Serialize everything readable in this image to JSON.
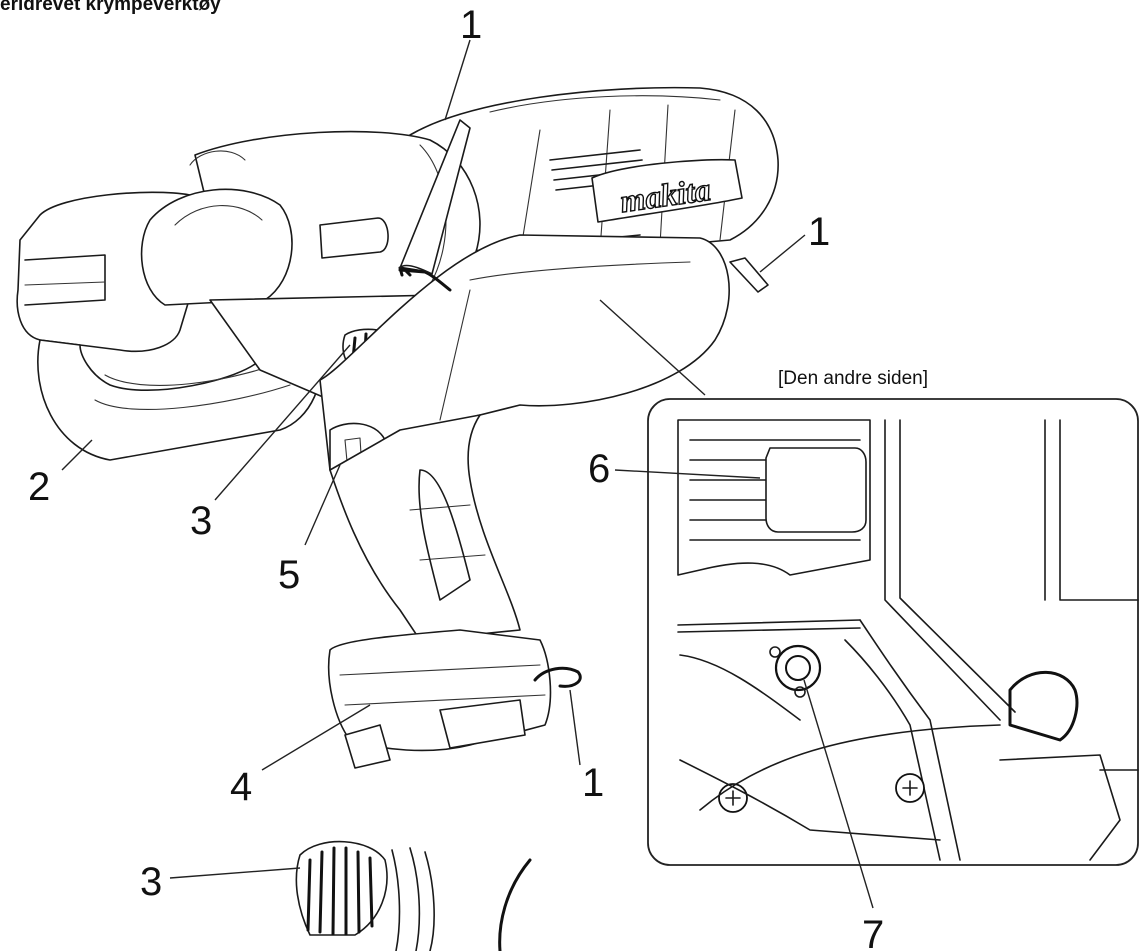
{
  "title": "eridrevet krympeverktøy",
  "brand_logo": "makita",
  "inset": {
    "caption": "[Den andre siden]"
  },
  "callouts": {
    "c1_top": "1",
    "c1_right": "1",
    "c1_bottom": "1",
    "c2": "2",
    "c3": "3",
    "c3_detail": "3",
    "c4": "4",
    "c5": "5",
    "c6": "6",
    "c7": "7"
  }
}
